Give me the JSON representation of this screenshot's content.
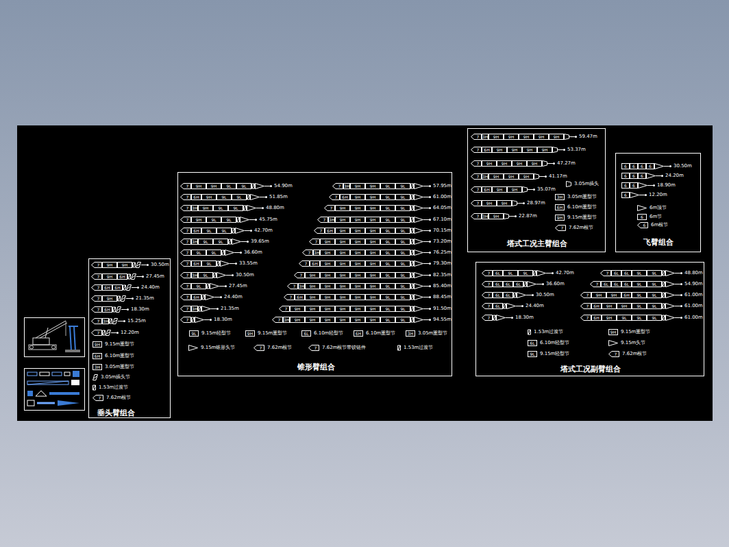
{
  "diagram": {
    "nodes": [
      {
        "text": [
          "垂头臂组合"
        ]
      },
      {
        "text": [
          "锥形臂组合"
        ]
      },
      {
        "text": [
          "塔式工况主臂组合"
        ]
      },
      {
        "text": [
          "飞臂组合"
        ]
      },
      {
        "text": [
          "塔式工况副臂组合"
        ]
      }
    ],
    "labels": [
      "7",
      "9H",
      "9H",
      "30.50m",
      "7",
      "9H",
      "6H",
      "27.45m",
      "7",
      "6H",
      "6H",
      "24.40m",
      "7",
      "9H",
      "21.35m",
      "7",
      "6H",
      "18.30m",
      "7",
      "3H",
      "15.25m",
      "7",
      "12.20m",
      "9H",
      "9.15m重型节",
      "6H",
      "6.10m重型节",
      "3H",
      "3.05m重型节",
      "3.05m插头节",
      "1.53m过渡节",
      "7",
      "7.62m根节",
      "7",
      "9H",
      "9H",
      "9L",
      "9L",
      "54.90m",
      "7",
      "6H",
      "9H",
      "9L",
      "9L",
      "51.85m",
      "7",
      "3H",
      "9H",
      "9L",
      "9L",
      "48.80m",
      "7",
      "9H",
      "9L",
      "9L",
      "45.75m",
      "7",
      "6H",
      "9L",
      "9L",
      "42.70m",
      "7",
      "3H",
      "9L",
      "9L",
      "39.65m",
      "7",
      "9L",
      "9L",
      "36.60m",
      "7",
      "6H",
      "9L",
      "33.55m",
      "7",
      "3H",
      "9L",
      "30.50m",
      "7",
      "9L",
      "27.45m",
      "7",
      "6H",
      "24.40m",
      "7",
      "3H",
      "21.35m",
      "7",
      "18.30m",
      "7",
      "3H",
      "9H",
      "9H",
      "9L",
      "9L",
      "57.95m",
      "7",
      "6H",
      "9H",
      "9H",
      "9L",
      "9L",
      "61.00m",
      "7",
      "9H",
      "9H",
      "9H",
      "9L",
      "9L",
      "64.05m",
      "7",
      "3H",
      "9H",
      "9H",
      "9H",
      "9L",
      "9L",
      "67.10m",
      "7",
      "6H",
      "9H",
      "9H",
      "9H",
      "9L",
      "9L",
      "70.15m",
      "7",
      "9H",
      "9H",
      "9H",
      "9H",
      "9L",
      "9L",
      "73.20m",
      "7",
      "3H",
      "9H",
      "9H",
      "9H",
      "9H",
      "9L",
      "9L",
      "76.25m",
      "7",
      "6H",
      "9H",
      "9H",
      "9H",
      "9H",
      "9L",
      "9L",
      "79.30m",
      "7",
      "9H",
      "9H",
      "9H",
      "9H",
      "9H",
      "9L",
      "9L",
      "82.35m",
      "7",
      "3H",
      "9H",
      "9H",
      "9H",
      "9H",
      "9H",
      "9L",
      "9L",
      "85.40m",
      "7",
      "6H",
      "9H",
      "9H",
      "9H",
      "9H",
      "9H",
      "9L",
      "9L",
      "88.45m",
      "7",
      "9H",
      "9H",
      "9H",
      "9H",
      "9H",
      "9H",
      "9L",
      "9L",
      "91.50m",
      "7",
      "3H",
      "9H",
      "9H",
      "9H",
      "9H",
      "9H",
      "9H",
      "9L",
      "9L",
      "94.55m",
      "9L",
      "9.15m轻型节",
      "9H",
      "9.15m重型节",
      "6L",
      "6.10m轻型节",
      "6H",
      "6.10m重型节",
      "3H",
      "3.05m重型节",
      "9.15m锥形头节",
      "7",
      "7.62m根节",
      "7",
      "7.62m根节带铰链件",
      "1.53m过渡节",
      "7",
      "3H",
      "9H",
      "9H",
      "9H",
      "9H",
      "9H",
      "59.47m",
      "7",
      "6H",
      "9H",
      "9H",
      "9H",
      "9H",
      "53.37m",
      "7",
      "9H",
      "9H",
      "9H",
      "9H",
      "47.27m",
      "7",
      "3H",
      "9H",
      "9H",
      "9H",
      "41.17m",
      "7",
      "6H",
      "9H",
      "9H",
      "35.07m",
      "7",
      "9H",
      "9H",
      "28.97m",
      "7",
      "3H",
      "9H",
      "22.87m",
      "3.05m插头",
      "3H",
      "3.05m重型节",
      "6H",
      "6.10m重型节",
      "9H",
      "9.15m重型节",
      "7",
      "7.62m根节",
      "6",
      "6",
      "6",
      "6",
      "30.50m",
      "6",
      "6",
      "6",
      "24.20m",
      "6",
      "6",
      "18.90m",
      "6",
      "12.20m",
      "6m顶节",
      "6",
      "6m节",
      "6",
      "6m根节",
      "7",
      "6L",
      "9L",
      "9L",
      "42.70m",
      "7",
      "6L",
      "6L",
      "6L",
      "36.60m",
      "7",
      "6L",
      "6L",
      "30.50m",
      "7",
      "6L",
      "24.40m",
      "7",
      "18.30m",
      "7",
      "6L",
      "6L",
      "9L",
      "9L",
      "48.80m",
      "7",
      "6L",
      "6L",
      "6L",
      "9L",
      "9L",
      "54.90m",
      "7",
      "9H",
      "9H",
      "6H",
      "9L",
      "9L",
      "61.00m",
      "7",
      "6H",
      "9H",
      "9H",
      "9L",
      "9L",
      "61.00m",
      "7",
      "6H",
      "9H",
      "9L",
      "9L",
      "9L",
      "61.00m",
      "1.53m过渡节",
      "9H",
      "9.15m重型节",
      "6L",
      "6.10m轻型节",
      "9.15m头节",
      "9L",
      "9.15m轻型节",
      "7",
      "7.62m根节"
    ]
  }
}
